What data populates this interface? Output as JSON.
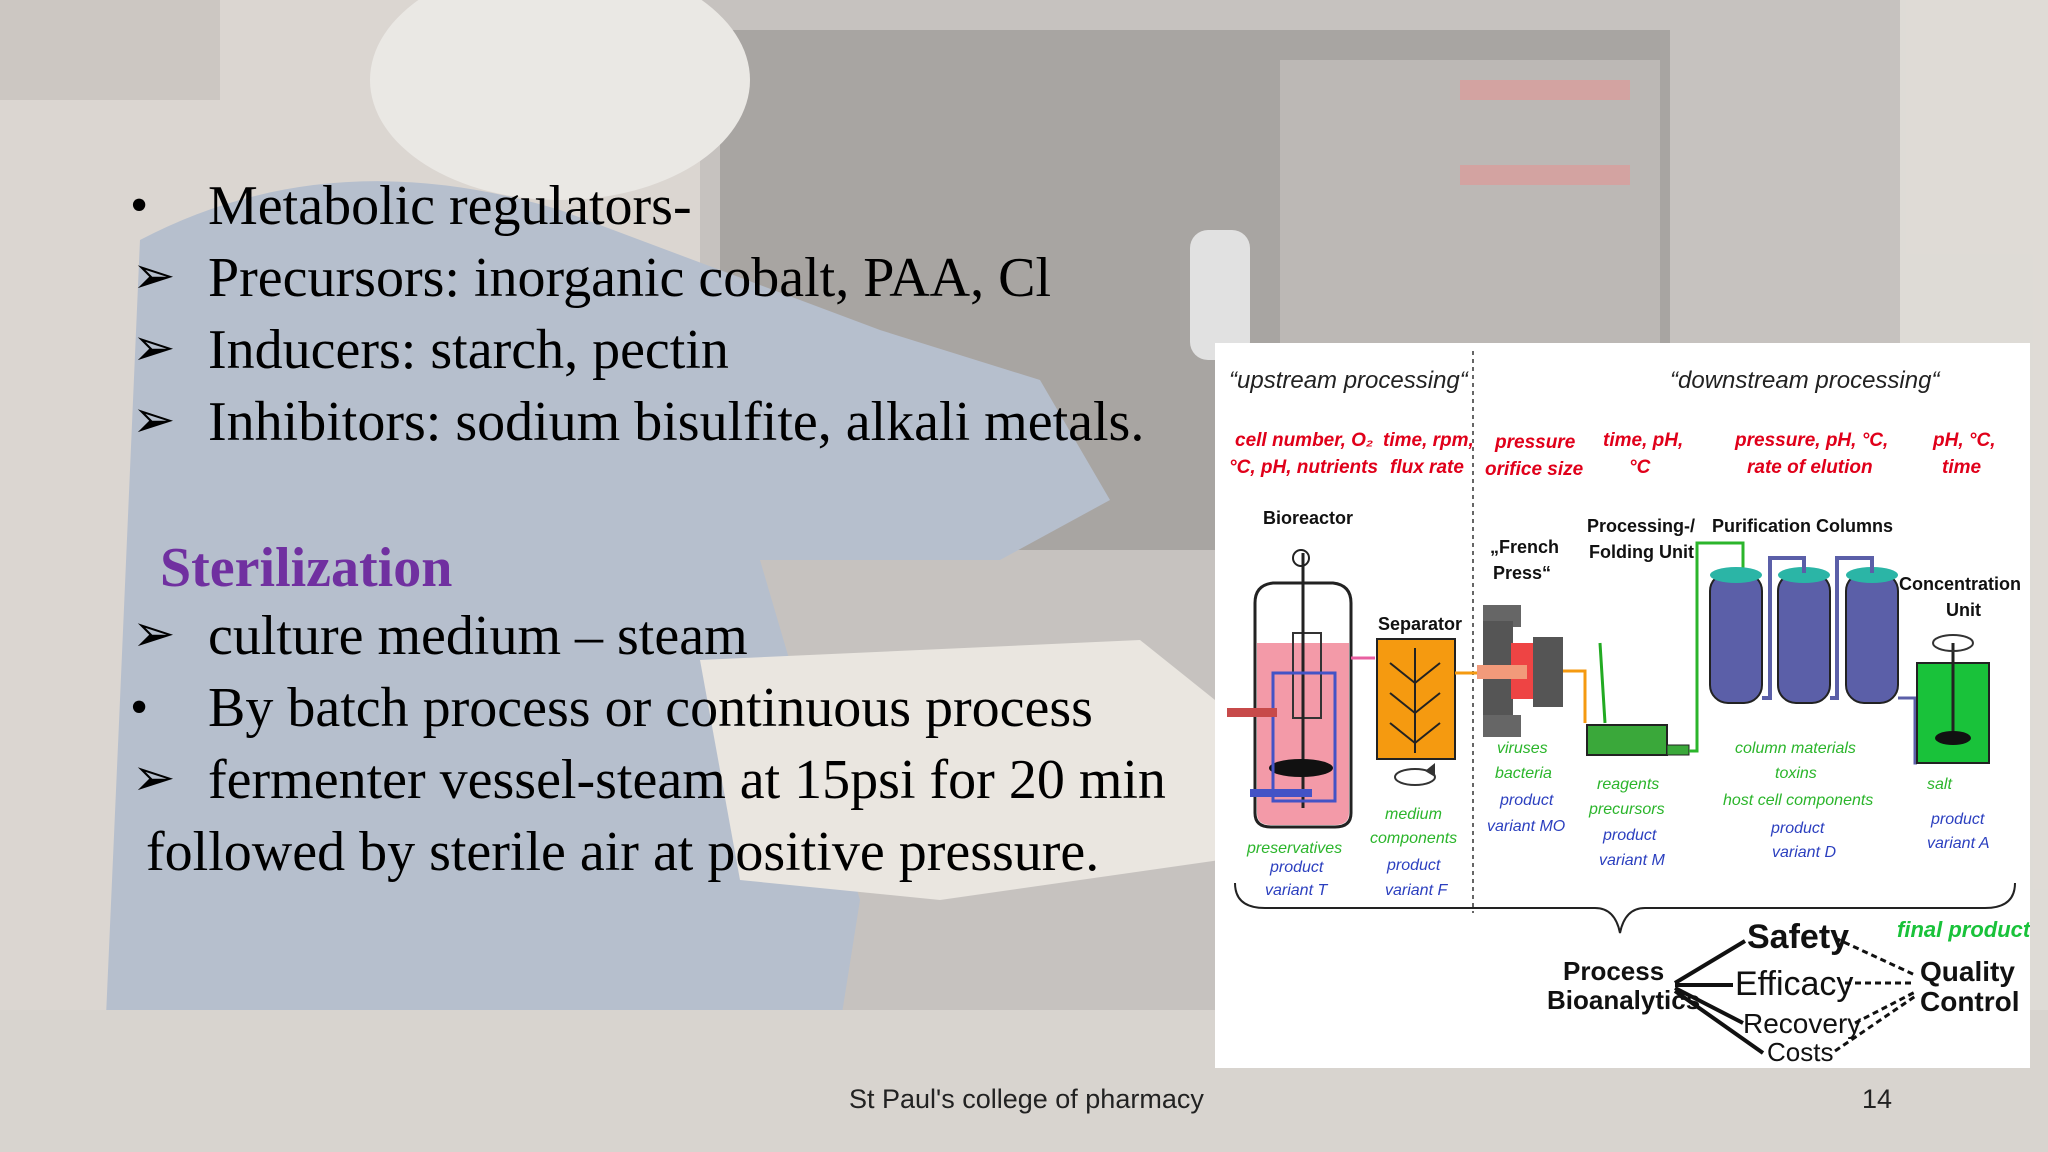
{
  "slide": {
    "bullets": [
      {
        "marker": "•",
        "text": "Metabolic regulators-"
      },
      {
        "marker": "➢",
        "text": "Precursors: inorganic cobalt, PAA, Cl"
      },
      {
        "marker": "➢",
        "text": "Inducers: starch, pectin"
      },
      {
        "marker": "➢",
        "text": "Inhibitors: sodium bisulfite, alkali metals."
      }
    ],
    "heading": "Sterilization",
    "bullets2": [
      {
        "marker": "➢",
        "text": "culture medium – steam"
      },
      {
        "marker": "•",
        "text": "By batch process or continuous process"
      },
      {
        "marker": "➢",
        "text": "fermenter vessel-steam at 15psi for 20 min"
      }
    ],
    "continuation": "followed by sterile air at positive pressure.",
    "footer_text": "St Paul's college of pharmacy",
    "page_number": "14",
    "heading_color": "#7030a0"
  },
  "diagram": {
    "upstream_label": "“upstream processing“",
    "downstream_label": "“downstream processing“",
    "params": [
      "cell number, O₂",
      "°C, pH, nutrients",
      "time, rpm,",
      "flux rate",
      "pressure",
      "orifice size",
      "time, pH,",
      "°C",
      "pressure, pH, °C,",
      "rate of elution",
      "pH, °C,",
      "time"
    ],
    "units": [
      "Bioreactor",
      "Separator",
      "„French",
      "Press“",
      "Processing-/",
      "Folding Unit",
      "Purification Columns",
      "Concentration",
      "Unit"
    ],
    "byproducts": [
      "preservatives",
      "product",
      "variant T",
      "medium",
      "components",
      "product",
      "variant F",
      "viruses",
      "bacteria",
      "product",
      "variant MO",
      "reagents",
      "precursors",
      "product",
      "variant M",
      "column materials",
      "toxins",
      "host cell components",
      "product",
      "variant D",
      "salt",
      "product",
      "variant A"
    ],
    "bottom": {
      "process_line1": "Process",
      "process_line2": "Bioanalytics",
      "safety": "Safety",
      "efficacy": "Efficacy",
      "recovery": "Recovery",
      "costs": "Costs",
      "final_product": "final product",
      "quality_line1": "Quality",
      "quality_line2": "Control"
    },
    "colors": {
      "parameter_red": "#e0001a",
      "byproduct_green": "#2bb52b",
      "byproduct_blue": "#2b3fbf",
      "separator_orange": "#f59a10",
      "column_purple": "#5b5fa8",
      "tank_green": "#19c23a"
    }
  }
}
